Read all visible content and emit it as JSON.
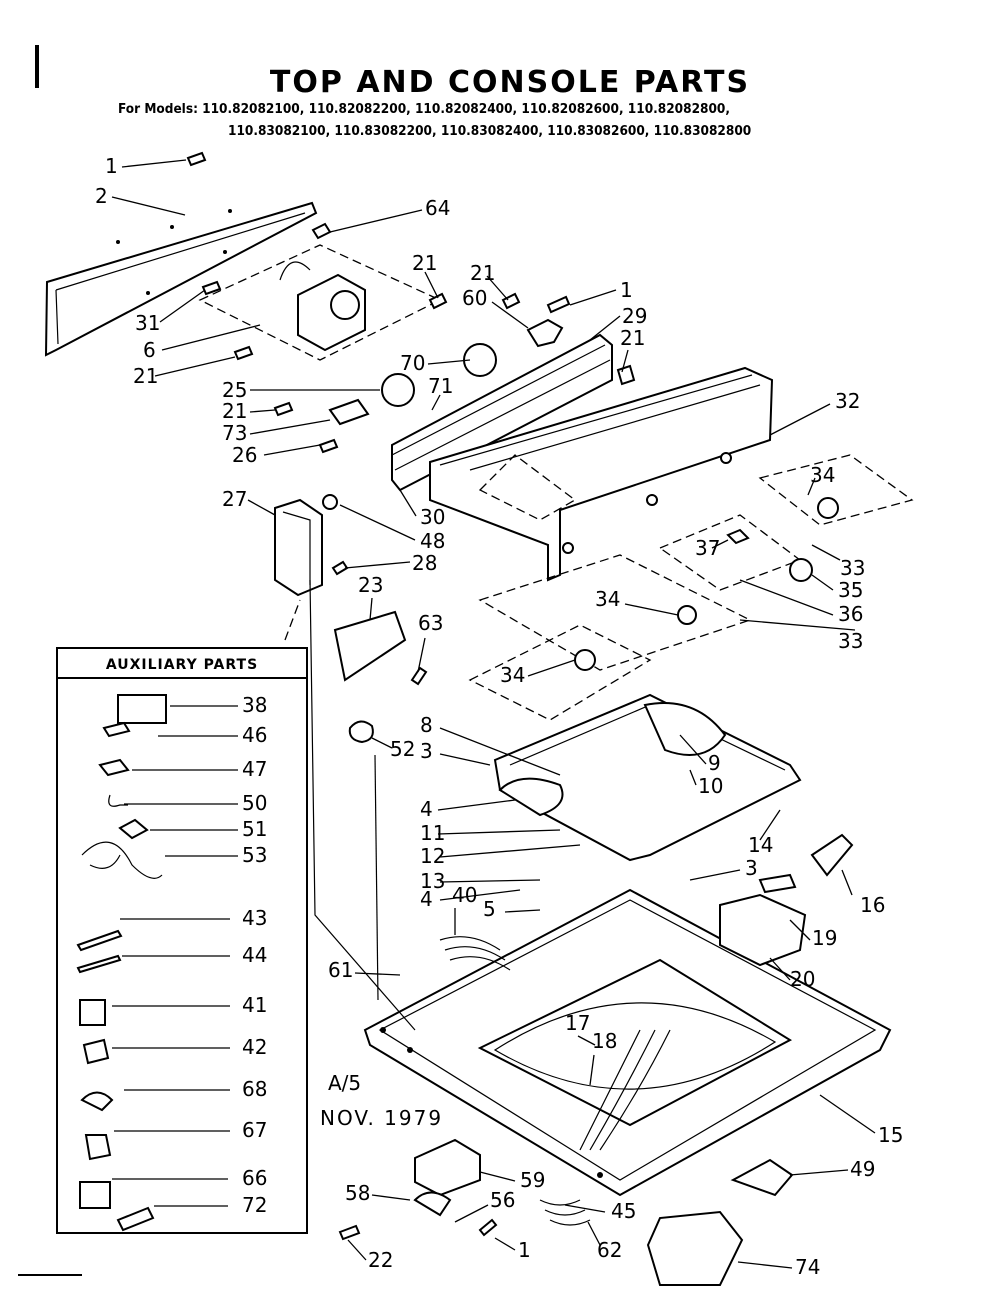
{
  "title": "TOP AND CONSOLE PARTS",
  "models_line1": "For Models: 110.82082100, 110.82082200, 110.82082400, 110.82082600, 110.82082800,",
  "models_line2": "110.83082100, 110.83082200, 110.83082400, 110.83082600, 110.83082800",
  "auxiliary_title": "AUXILIARY PARTS",
  "revision": "A/5",
  "date": "NOV. 1979",
  "callouts": [
    "1",
    "2",
    "64",
    "21",
    "21",
    "1",
    "60",
    "29",
    "31",
    "6",
    "21",
    "70",
    "21",
    "25",
    "71",
    "21",
    "73",
    "26",
    "32",
    "34",
    "27",
    "30",
    "48",
    "28",
    "33",
    "37",
    "35",
    "36",
    "34",
    "33",
    "23",
    "63",
    "34",
    "8",
    "3",
    "9",
    "52",
    "10",
    "4",
    "11",
    "14",
    "12",
    "3",
    "16",
    "13",
    "4",
    "40",
    "5",
    "19",
    "20",
    "61",
    "17",
    "15",
    "18",
    "49",
    "59",
    "58",
    "56",
    "45",
    "22",
    "1",
    "62",
    "74"
  ],
  "aux_callouts": [
    "38",
    "46",
    "47",
    "50",
    "51",
    "53",
    "43",
    "44",
    "41",
    "42",
    "68",
    "67",
    "66",
    "72"
  ]
}
